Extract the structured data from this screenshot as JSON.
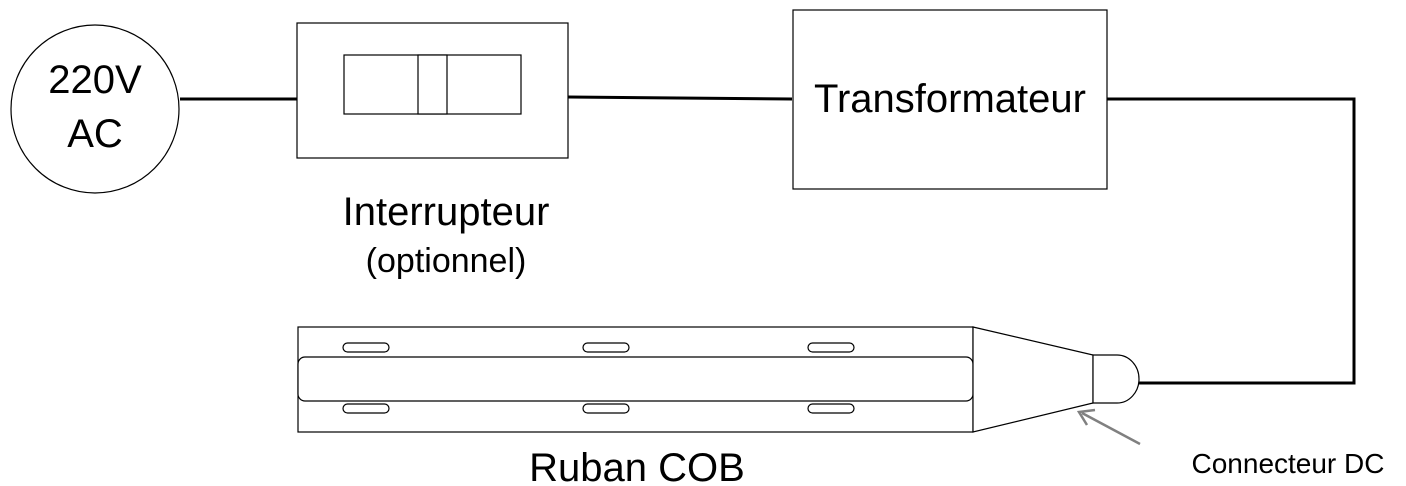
{
  "source": {
    "voltage": "220V",
    "type": "AC"
  },
  "switch": {
    "label": "Interrupteur",
    "note": "(optionnel)"
  },
  "transformer": {
    "label": "Transformateur"
  },
  "strip": {
    "label": "Ruban COB"
  },
  "connector": {
    "label": "Connecteur DC"
  },
  "colors": {
    "line": "#000000",
    "pointer": "#808080",
    "background": "#ffffff"
  }
}
